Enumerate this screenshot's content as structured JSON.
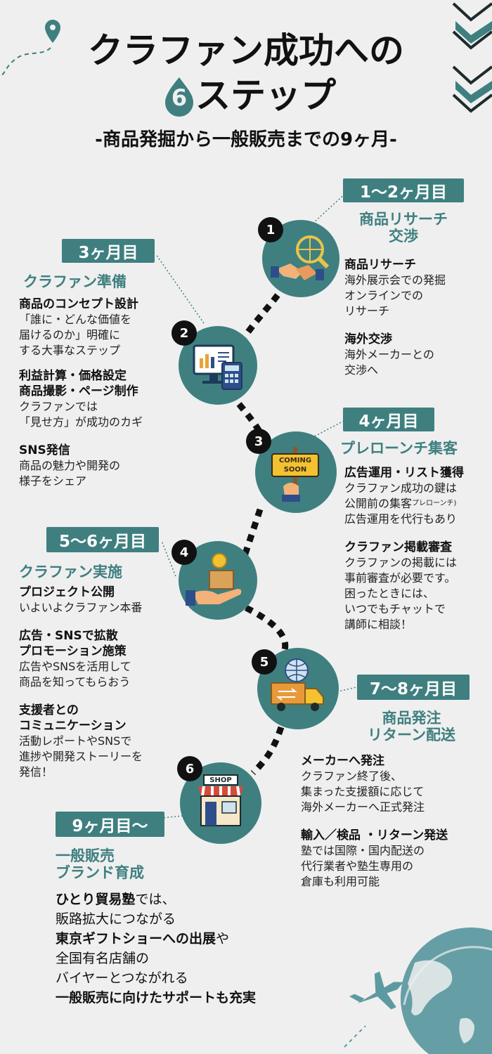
{
  "title": {
    "line1": "クラファン成功への",
    "step_number": "6",
    "line2": "ステップ",
    "subtitle": "-商品発掘から一般販売までの9ヶ月-"
  },
  "colors": {
    "accent": "#3f7f80",
    "background": "#efefef",
    "text": "#111111"
  },
  "steps": [
    {
      "number": "1",
      "period": "1〜2ヶ月目",
      "phase_lines": [
        "商品リサーチ",
        "交渉"
      ],
      "icon": "handshake-search-icon",
      "items": [
        {
          "heading": "商品リサーチ",
          "lines": [
            "海外展示会での発掘",
            "オンラインでの",
            "リサーチ"
          ]
        },
        {
          "heading": "海外交渉",
          "lines": [
            "海外メーカーとの",
            "交渉へ"
          ]
        }
      ]
    },
    {
      "number": "2",
      "period": "3ヶ月目",
      "phase_lines": [
        "クラファン準備"
      ],
      "icon": "computer-calculator-icon",
      "items": [
        {
          "heading": "商品のコンセプト設計",
          "lines": [
            "「誰に・どんな価値を",
            "届けるのか」明確に",
            "する大事なステップ"
          ]
        },
        {
          "heading": "利益計算・価格設定",
          "lines": []
        },
        {
          "heading": "商品撮影・ページ制作",
          "lines": [
            "クラファンでは",
            "「見せ方」が成功のカギ"
          ]
        },
        {
          "heading": "SNS発信",
          "lines": [
            "商品の魅力や開発の",
            "様子をシェア"
          ]
        }
      ]
    },
    {
      "number": "3",
      "period": "4ヶ月目",
      "phase_lines": [
        "プレローンチ集客"
      ],
      "icon": "coming-soon-sign-icon",
      "sign_lines": [
        "COMING",
        "SOON"
      ],
      "items": [
        {
          "heading": "広告運用・リスト獲得",
          "lines": [
            "クラファン成功の鍵は",
            "公開前の集客",
            "広告運用を代行もあり"
          ],
          "small": "プレローンチ)"
        },
        {
          "heading": "クラファン掲載審査",
          "lines": [
            "クラファンの掲載には",
            "事前審査が必要です。",
            "困ったときには、",
            "いつでもチャットで",
            "講師に相談！"
          ]
        }
      ]
    },
    {
      "number": "4",
      "period": "5〜6ヶ月目",
      "phase_lines": [
        "クラファン実施"
      ],
      "icon": "hand-coin-box-icon",
      "items": [
        {
          "heading": "プロジェクト公開",
          "lines": [
            "いよいよクラファン本番"
          ]
        },
        {
          "heading": "広告・SNSで拡散",
          "lines": []
        },
        {
          "heading": "プロモーション施策",
          "lines": [
            "広告やSNSを活用して",
            "商品を知ってもらおう"
          ]
        },
        {
          "heading": "支援者との",
          "lines": []
        },
        {
          "heading": "コミュニケーション",
          "lines": [
            "活動レポートやSNSで",
            "進捗や開発ストーリーを",
            "発信！"
          ]
        }
      ]
    },
    {
      "number": "5",
      "period": "7〜8ヶ月目",
      "phase_lines": [
        "商品発注",
        "リターン配送"
      ],
      "icon": "delivery-truck-globe-icon",
      "items": [
        {
          "heading": "メーカーへ発注",
          "lines": [
            "クラファン終了後、",
            "集まった支援額に応じて",
            "海外メーカーへ正式発注"
          ]
        },
        {
          "heading": "輸入／検品 ・リターン発送",
          "lines": [
            "塾では国際・国内配送の",
            "代行業者や塾生専用の",
            "倉庫も利用可能"
          ]
        }
      ]
    },
    {
      "number": "6",
      "period": "9ヶ月目〜",
      "phase_lines": [
        "一般販売",
        "ブランド育成"
      ],
      "icon": "shop-icon",
      "shop_label": "SHOP",
      "closing": [
        {
          "bold": "ひとり貿易塾",
          "normal": "では、"
        },
        {
          "bold": "",
          "normal": "販路拡大につながる"
        },
        {
          "bold": "東京ギフトショーへの出展",
          "normal": "や"
        },
        {
          "bold": "",
          "normal": "全国有名店舗の"
        },
        {
          "bold": "",
          "normal": "バイヤーとつながれる"
        },
        {
          "bold": "一般販売に向けたサポートも充実",
          "normal": ""
        }
      ]
    }
  ]
}
